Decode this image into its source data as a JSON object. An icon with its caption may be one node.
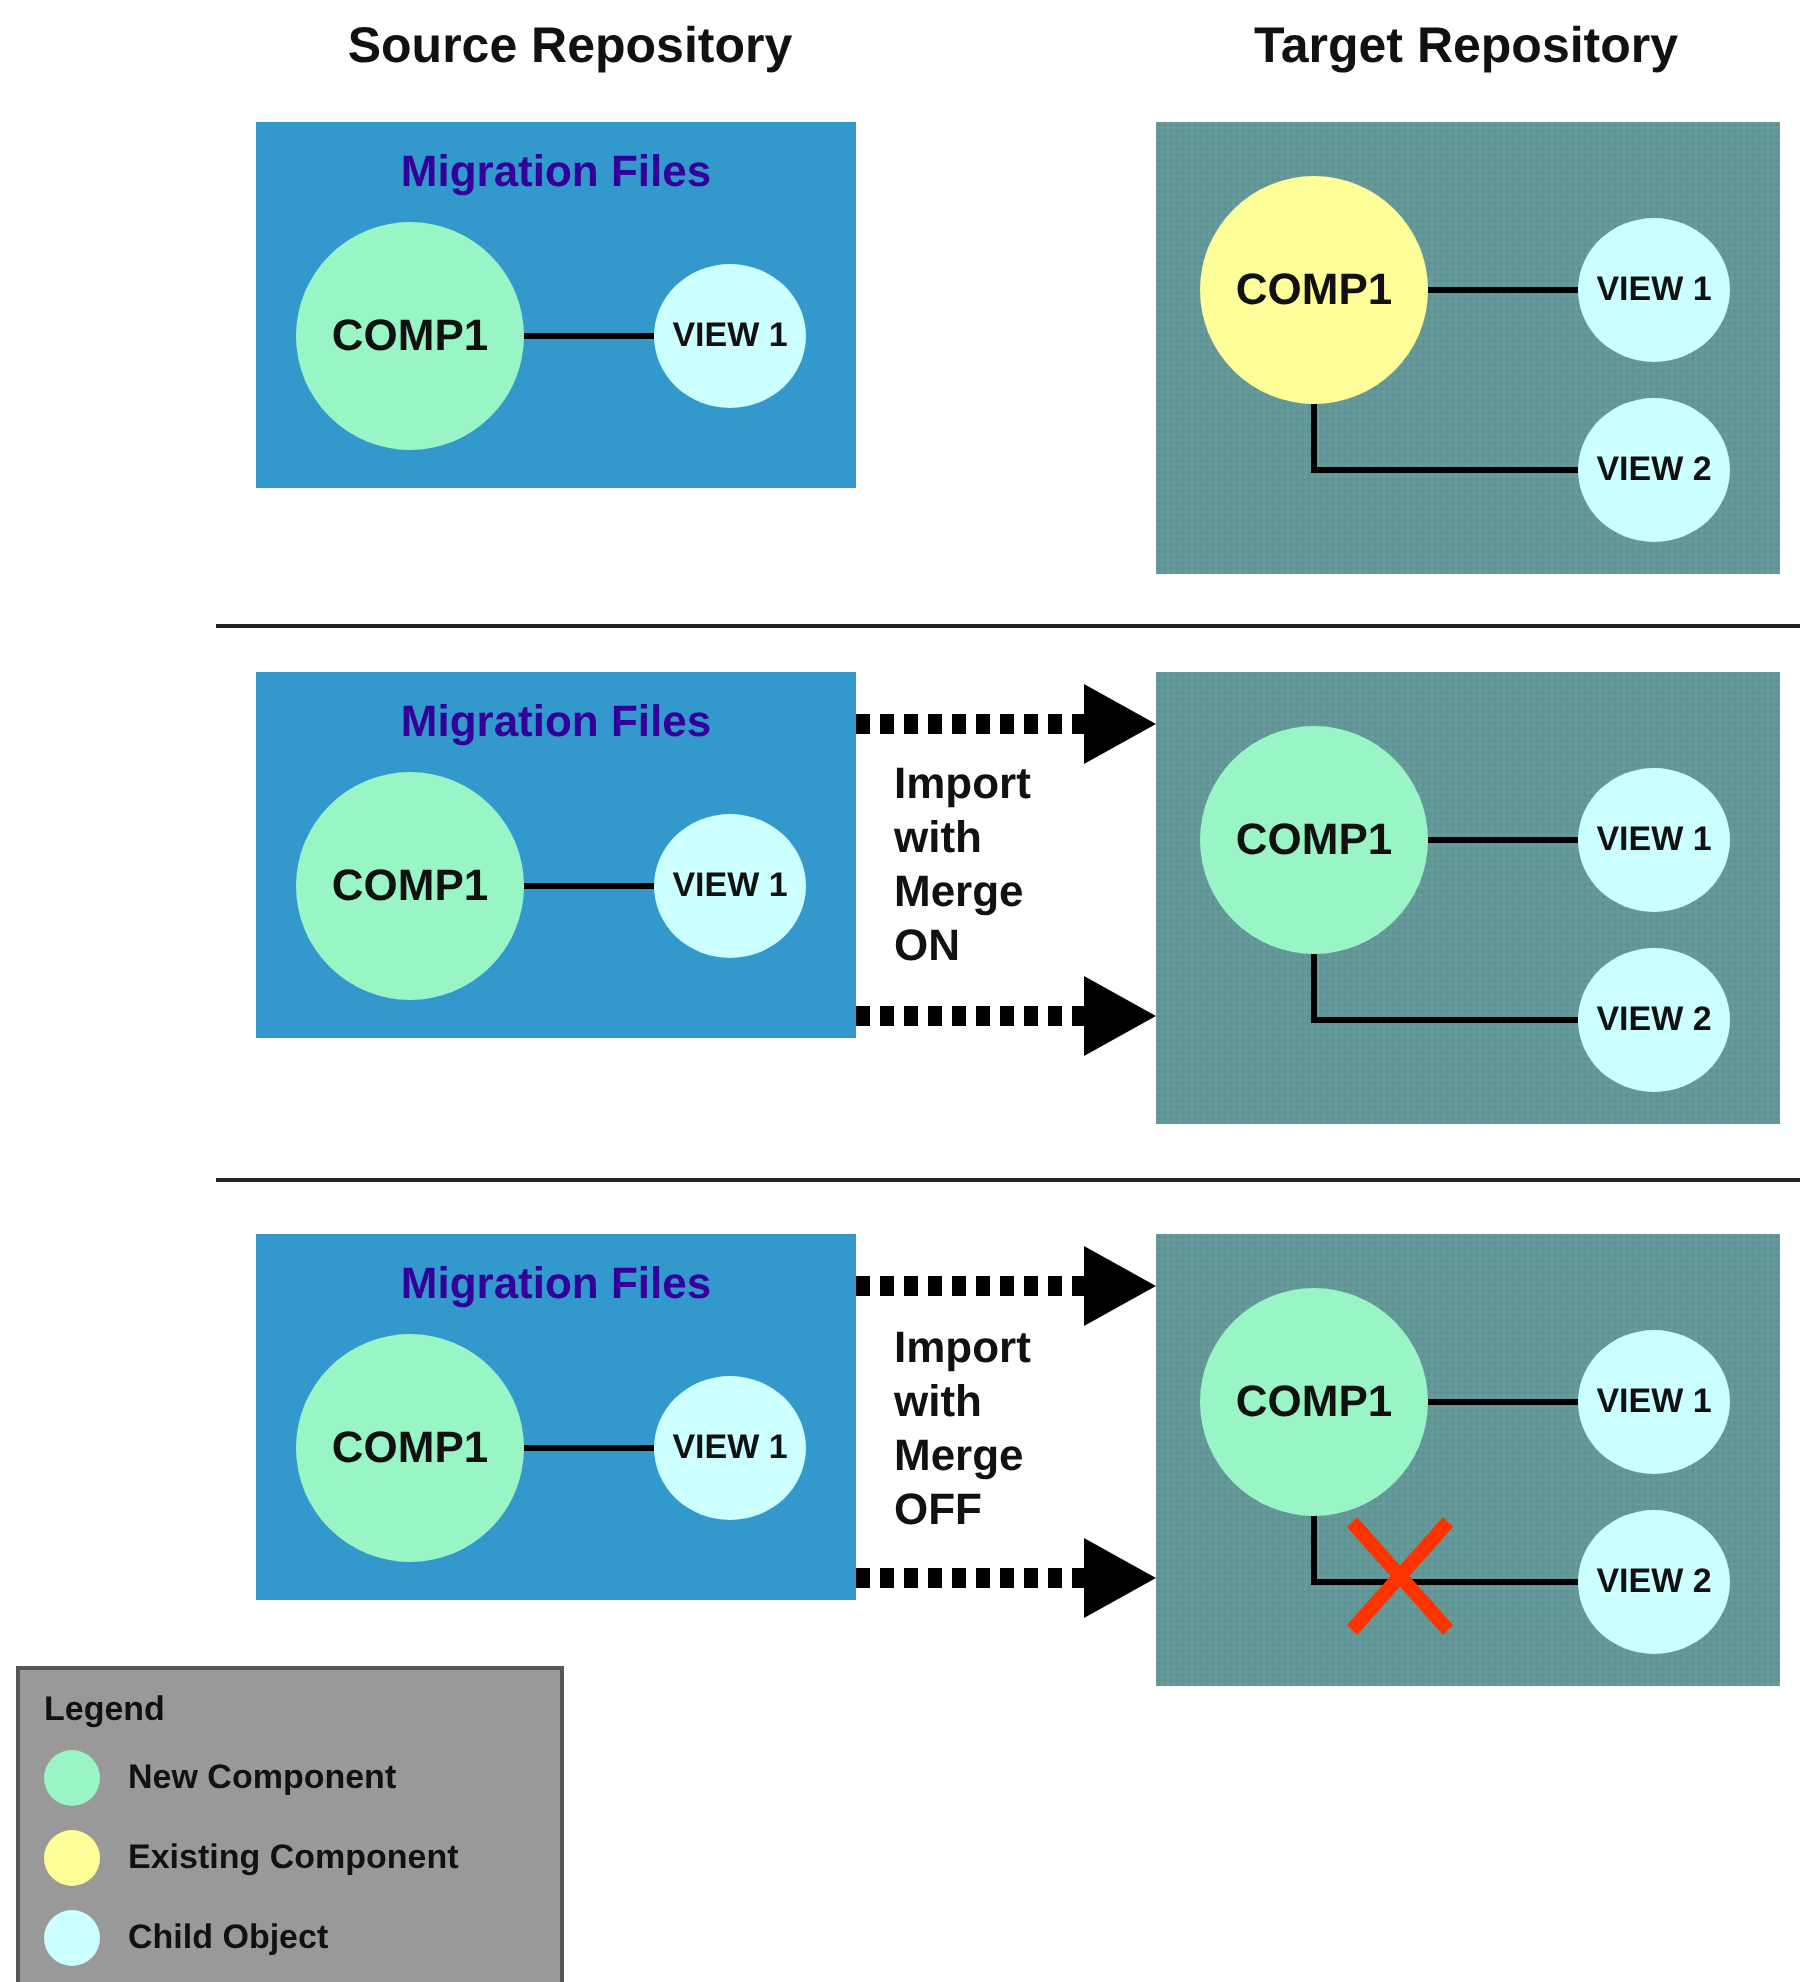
{
  "diagram": {
    "nodes": [
      {
        "text": [
          "Migration Files"
        ]
      },
      {
        "text": [
          "COMP1"
        ],
        "in": 0
      },
      {
        "text": [
          "VIEW 1"
        ],
        "in": 0
      },
      {
        "text": [],
        "shape": "box"
      },
      {
        "text": [
          "COMP1"
        ],
        "in": 3
      },
      {
        "text": [
          "VIEW 1"
        ],
        "in": 3
      },
      {
        "text": [
          "VIEW 2"
        ],
        "in": 3
      },
      {
        "text": [
          "Migration Files"
        ]
      },
      {
        "text": [
          "COMP1"
        ],
        "in": 7
      },
      {
        "text": [
          "VIEW 1"
        ],
        "in": 7
      },
      {
        "text": [],
        "shape": "box"
      },
      {
        "text": [
          "COMP1"
        ],
        "in": 10
      },
      {
        "text": [
          "VIEW 1"
        ],
        "in": 10
      },
      {
        "text": [
          "VIEW 2"
        ],
        "in": 10
      },
      {
        "text": [
          "Migration Files"
        ]
      },
      {
        "text": [
          "COMP1"
        ],
        "in": 14
      },
      {
        "text": [
          "VIEW 1"
        ],
        "in": 14
      },
      {
        "text": [],
        "shape": "box"
      },
      {
        "text": [
          "COMP1"
        ],
        "in": 17
      },
      {
        "text": [
          "VIEW 1"
        ],
        "in": 17
      },
      {
        "text": [
          "VIEW 2"
        ],
        "in": 17
      }
    ],
    "edges": [
      {
        "from": 1,
        "to": 2,
        "arrow": "none"
      },
      {
        "from": 4,
        "to": 5,
        "arrow": "none"
      },
      {
        "from": 4,
        "to": 6,
        "arrow": "none"
      },
      {
        "from": 8,
        "to": 9,
        "arrow": "none"
      },
      {
        "from": 7,
        "to": 10,
        "arrow": "to",
        "style": "dashed"
      },
      {
        "from": 7,
        "to": 10,
        "arrow": "to",
        "style": "dashed"
      },
      {
        "from": 11,
        "to": 12,
        "arrow": "none"
      },
      {
        "from": 11,
        "to": 13,
        "arrow": "none"
      },
      {
        "from": 15,
        "to": 16,
        "arrow": "none"
      },
      {
        "from": 14,
        "to": 17,
        "arrow": "to",
        "style": "dashed"
      },
      {
        "from": 14,
        "to": 17,
        "arrow": "to",
        "style": "dashed"
      },
      {
        "from": 18,
        "to": 19,
        "arrow": "none"
      },
      {
        "from": 18,
        "to": 20,
        "arrow": "none"
      }
    ],
    "labels": [
      "Source Repository",
      "Target Repository",
      "Import with Merge ON",
      "Import with Merge OFF",
      "Legend"
    ],
    "legend": [
      {
        "text": "New Component",
        "color": "#99f5c6"
      },
      {
        "text": "Existing Component",
        "color": "#ffff99"
      },
      {
        "text": "Child Object",
        "color": "#ccffff"
      }
    ]
  }
}
